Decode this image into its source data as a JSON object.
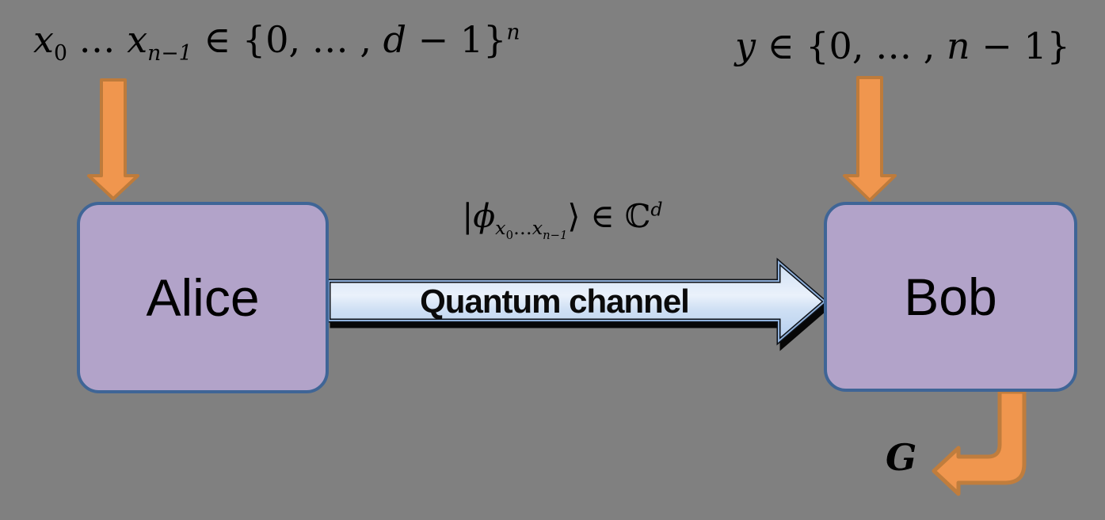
{
  "diagram": {
    "nodes": {
      "alice": {
        "label": "Alice"
      },
      "bob": {
        "label": "Bob"
      }
    },
    "channel": {
      "label": "Quantum channel"
    },
    "labels": {
      "alice_input": {
        "parts": [
          "x",
          "0",
          " … ",
          "x",
          "n−1",
          " ∈ {0, … , ",
          "d",
          " − 1}",
          "n"
        ]
      },
      "bob_input": {
        "parts": [
          "y",
          " ∈ {0, … , ",
          "n",
          " − 1}"
        ]
      },
      "message": {
        "parts": [
          "|ϕ",
          "x",
          "0",
          "…",
          "x",
          "n−1",
          "⟩ ∈ ",
          "ℂ",
          "d"
        ]
      },
      "output": {
        "text": "G"
      }
    },
    "icons": {
      "alice_input_arrow": "down-arrow-icon",
      "bob_input_arrow": "down-arrow-icon",
      "channel_arrow": "right-arrow-icon",
      "bob_output_arrow": "bent-down-left-arrow-icon"
    },
    "colors": {
      "background": "#808080",
      "text": "#000000",
      "node_fill": "#B2A3C9",
      "node_border": "#3F6596",
      "orange_fill": "#F0964E",
      "orange_border": "#BE7B3B",
      "channel_outline": "#0D1117",
      "channel_highlight": "#8FB0DA",
      "channel_grad_top": "#CFE0F4",
      "channel_grad_mid": "#EAF1FB",
      "channel_grad_bottom": "#B3CDEE"
    }
  }
}
